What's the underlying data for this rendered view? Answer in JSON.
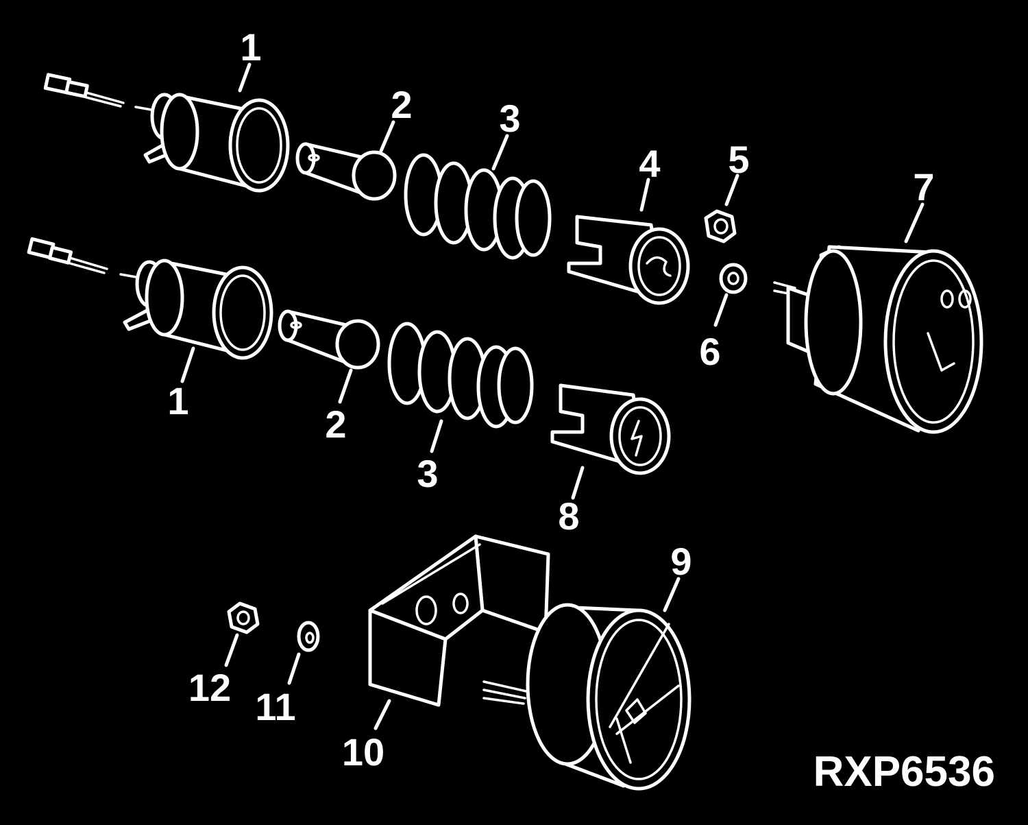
{
  "figure_id": "RXP6536",
  "callouts": [
    "1",
    "2",
    "3",
    "4",
    "5",
    "6",
    "7",
    "1",
    "2",
    "3",
    "8",
    "9",
    "10",
    "11",
    "12"
  ],
  "colors": {
    "background": "#000000",
    "line": "#ffffff"
  }
}
